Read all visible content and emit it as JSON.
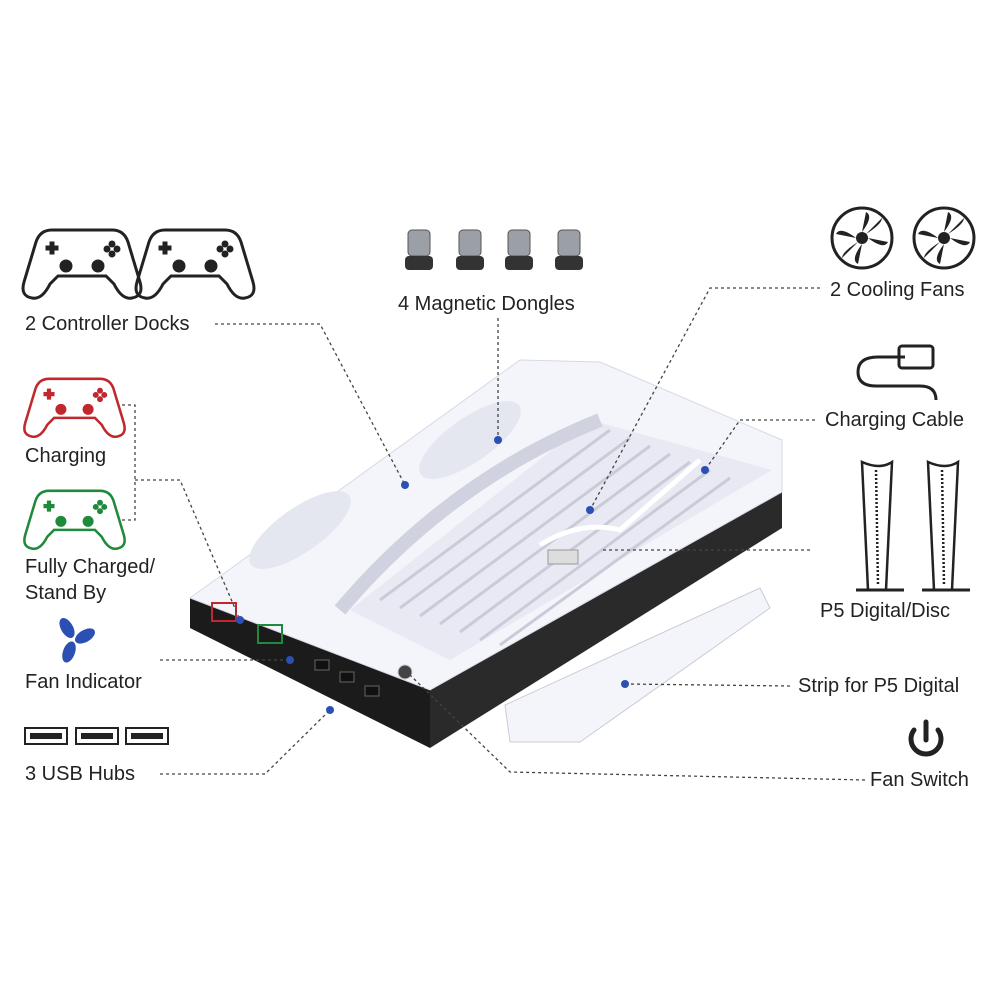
{
  "labels": {
    "controller_docks": "2 Controller Docks",
    "magnetic_dongles": "4 Magnetic Dongles",
    "cooling_fans": "2 Cooling Fans",
    "charging_cable": "Charging Cable",
    "charging": "Charging",
    "fully_charged_1": "Fully Charged/",
    "fully_charged_2": "Stand By",
    "console": "P5 Digital/Disc",
    "fan_indicator": "Fan Indicator",
    "strip": "Strip for P5 Digital",
    "usb_hubs": "3 USB Hubs",
    "fan_switch": "Fan Switch"
  },
  "colors": {
    "charging": "#c0282d",
    "charged": "#1f8a3c",
    "fan_indicator": "#2b4fb3",
    "base": "#1b1b1b"
  }
}
